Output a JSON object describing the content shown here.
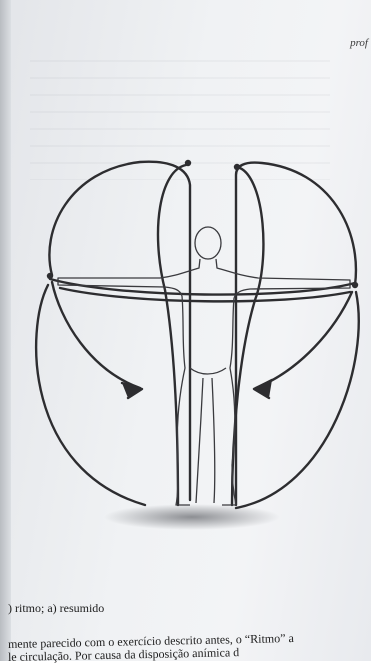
{
  "header": {
    "running_head": "prof"
  },
  "figure": {
    "description_icon": "human-figure-with-movement-arcs"
  },
  "caption": {
    "text": ") ritmo; a) resumido"
  },
  "body": {
    "line1": "mente parecido com o exercício descrito antes, o “Ritmo” a",
    "line2": "le circulação. Por causa da disposição anímica d"
  }
}
